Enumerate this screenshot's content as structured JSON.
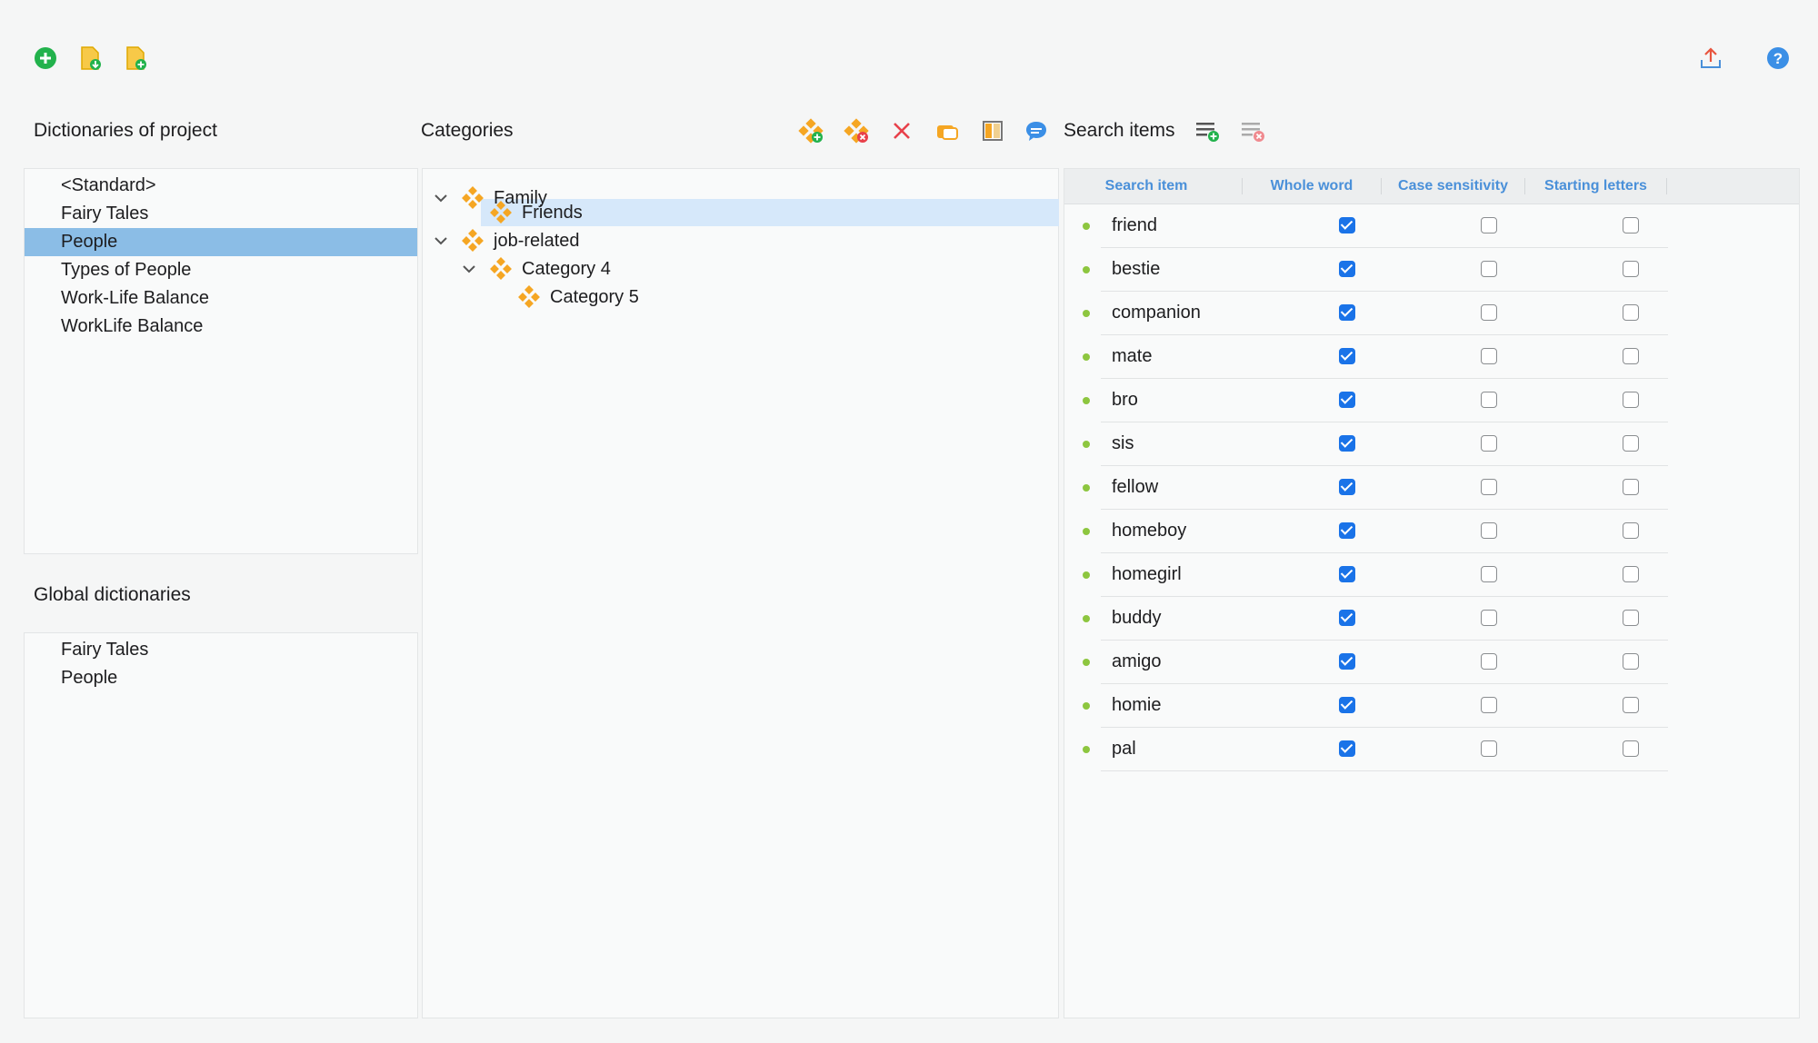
{
  "toolbar_top": {
    "left_icons": [
      "add-circle-icon",
      "document-import-icon",
      "document-add-icon"
    ],
    "right_icons": [
      "export-icon",
      "help-icon"
    ]
  },
  "dictionaries": {
    "title": "Dictionaries of project",
    "items": [
      "<Standard>",
      "Fairy Tales",
      "People",
      "Types of People",
      "Work-Life Balance",
      "WorkLife Balance"
    ],
    "selected": "People"
  },
  "global": {
    "title": "Global dictionaries",
    "items": [
      "Fairy Tales",
      "People"
    ]
  },
  "categories": {
    "title": "Categories",
    "tree": [
      {
        "label": "Family",
        "expanded": true
      },
      {
        "label": "Friends",
        "selected": true
      },
      {
        "label": "job-related",
        "expanded": true
      },
      {
        "label": "Category 4",
        "expanded": true
      },
      {
        "label": "Category 5"
      }
    ]
  },
  "search": {
    "label": "Search items",
    "columns": [
      "Search item",
      "Whole word",
      "Case sensitivity",
      "Starting letters"
    ],
    "rows": [
      {
        "term": "friend",
        "whole": true,
        "case": false,
        "start": false
      },
      {
        "term": "bestie",
        "whole": true,
        "case": false,
        "start": false
      },
      {
        "term": "companion",
        "whole": true,
        "case": false,
        "start": false
      },
      {
        "term": "mate",
        "whole": true,
        "case": false,
        "start": false
      },
      {
        "term": "bro",
        "whole": true,
        "case": false,
        "start": false
      },
      {
        "term": "sis",
        "whole": true,
        "case": false,
        "start": false
      },
      {
        "term": "fellow",
        "whole": true,
        "case": false,
        "start": false
      },
      {
        "term": "homeboy",
        "whole": true,
        "case": false,
        "start": false
      },
      {
        "term": "homegirl",
        "whole": true,
        "case": false,
        "start": false
      },
      {
        "term": "buddy",
        "whole": true,
        "case": false,
        "start": false
      },
      {
        "term": "amigo",
        "whole": true,
        "case": false,
        "start": false
      },
      {
        "term": "homie",
        "whole": true,
        "case": false,
        "start": false
      },
      {
        "term": "pal",
        "whole": true,
        "case": false,
        "start": false
      }
    ]
  },
  "colors": {
    "selection": "#8bbde6",
    "tree_selection": "#d6e8fa",
    "header_text": "#4a90d9",
    "checkbox": "#1a73e8",
    "category_icon": "#f5a623",
    "bullet": "#8dc63f"
  }
}
